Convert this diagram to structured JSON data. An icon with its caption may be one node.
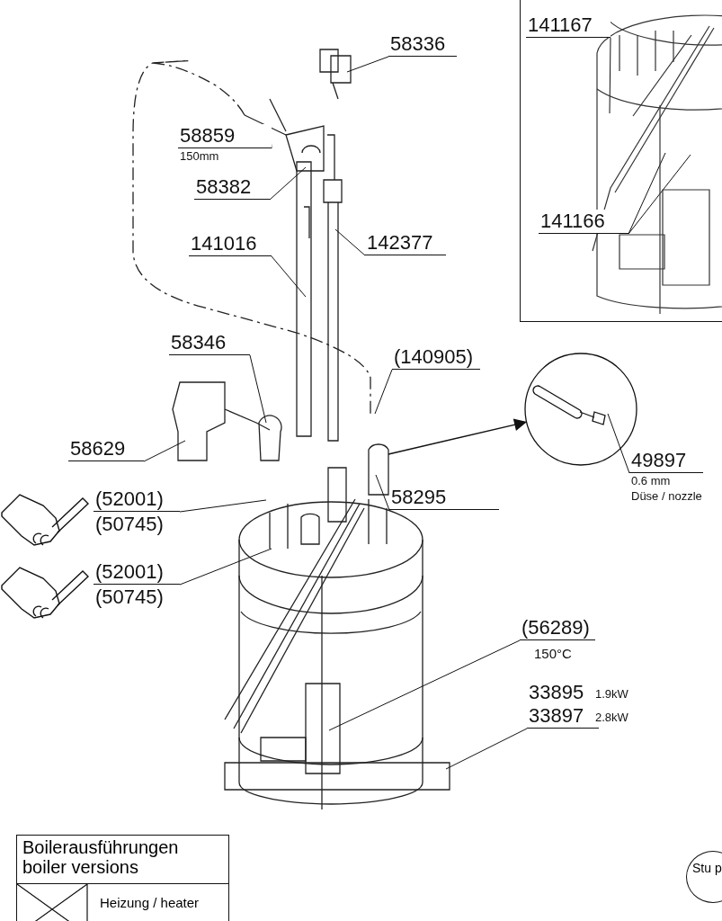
{
  "diagram": {
    "nodes": [
      {
        "text": [],
        "shape": "box"
      },
      {
        "text": [
          "141167"
        ],
        "in": 0
      },
      {
        "text": [
          "141166"
        ],
        "in": 0
      },
      {
        "text": [
          "58336"
        ]
      },
      {
        "text": [
          "58859"
        ],
        "beside": [
          "150mm"
        ]
      },
      {
        "text": [
          "58382"
        ]
      },
      {
        "text": [
          "141016"
        ]
      },
      {
        "text": [
          "142377"
        ]
      },
      {
        "text": [
          "58346"
        ]
      },
      {
        "text": [
          "(140905)"
        ]
      },
      {
        "text": [],
        "shape": "circle"
      },
      {
        "text": [
          "58629"
        ]
      },
      {
        "text": [
          "49897"
        ],
        "beside": [
          "0.6 mm",
          "Düse / nozzle"
        ]
      },
      {
        "text": [
          "(52001)",
          "(50745)"
        ]
      },
      {
        "text": [
          "58295"
        ]
      },
      {
        "text": [
          "(52001)",
          "(50745)"
        ]
      },
      {
        "text": [
          "(56289)"
        ],
        "beside": [
          "150°C"
        ]
      },
      {
        "text": [
          "33895"
        ],
        "beside": [
          "1.9kW"
        ]
      },
      {
        "text": [
          "33897"
        ],
        "beside": [
          "2.8kW"
        ]
      },
      {
        "text": [
          "Stu p"
        ]
      }
    ],
    "edges": [
      {
        "from": 1,
        "to": null,
        "arrow": "none"
      },
      {
        "from": 2,
        "to": null,
        "arrow": "none"
      },
      {
        "from": 2,
        "to": null,
        "arrow": "none"
      },
      {
        "from": 3,
        "to": null,
        "arrow": "none"
      },
      {
        "from": 4,
        "to": null,
        "arrow": "none"
      },
      {
        "from": 5,
        "to": null,
        "arrow": "none"
      },
      {
        "from": 6,
        "to": null,
        "arrow": "none"
      },
      {
        "from": 7,
        "to": null,
        "arrow": "none"
      },
      {
        "from": 8,
        "to": null,
        "arrow": "none"
      },
      {
        "from": 9,
        "to": null,
        "arrow": "none"
      },
      {
        "from": 11,
        "to": null,
        "arrow": "none"
      },
      {
        "from": 12,
        "to": 10,
        "arrow": "none"
      },
      {
        "from": 13,
        "to": null,
        "arrow": "none"
      },
      {
        "from": 14,
        "to": null,
        "arrow": "none"
      },
      {
        "from": 15,
        "to": null,
        "arrow": "none"
      },
      {
        "from": 16,
        "to": null,
        "arrow": "none"
      },
      {
        "from": 18,
        "to": null,
        "arrow": "none"
      },
      {
        "from": null,
        "to": 10,
        "arrow": "to"
      }
    ],
    "labels": [
      "Boilerausführungen boiler versions",
      "Heizung / heater"
    ]
  }
}
